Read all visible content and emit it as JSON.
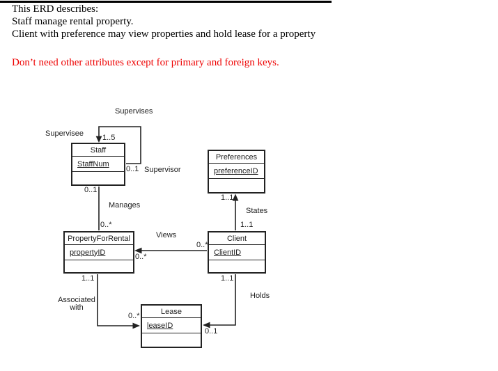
{
  "header": {
    "line1": "This ERD describes:",
    "line2": "Staff manage rental property.",
    "line3": "Client with preference may view properties and hold lease for a property",
    "note": "Don’t need other attributes except for primary and foreign keys.",
    "note_color": "#ee0000"
  },
  "diagram": {
    "line_color": "#222222",
    "entities": {
      "staff": {
        "title": "Staff",
        "pk": "StaffNum"
      },
      "preferences": {
        "title": "Preferences",
        "pk": "preferenceID"
      },
      "property": {
        "title": "PropertyForRental",
        "pk": "propertyID"
      },
      "client": {
        "title": "Client",
        "pk": "ClientID"
      },
      "lease": {
        "title": "Lease",
        "pk": "leaseID"
      }
    },
    "relationships": {
      "supervises": {
        "label": "Supervises",
        "supervisee_role": "Supervisee",
        "supervisor_role": "Supervisor",
        "supervisee_mult": "1..5",
        "supervisor_mult": "0..1"
      },
      "manages": {
        "label": "Manages",
        "staff_mult": "0..1",
        "property_mult": "0..*"
      },
      "views": {
        "label": "Views",
        "client_mult": "0..*",
        "property_mult": "0..*"
      },
      "states": {
        "label": "States",
        "preferences_mult": "1..1",
        "client_mult": "1..1"
      },
      "associated_with": {
        "label_line1": "Associated",
        "label_line2": "with",
        "property_mult": "1..1",
        "lease_mult": "0..*"
      },
      "holds": {
        "label": "Holds",
        "client_mult": "1..1",
        "lease_mult": "0..1"
      }
    }
  }
}
